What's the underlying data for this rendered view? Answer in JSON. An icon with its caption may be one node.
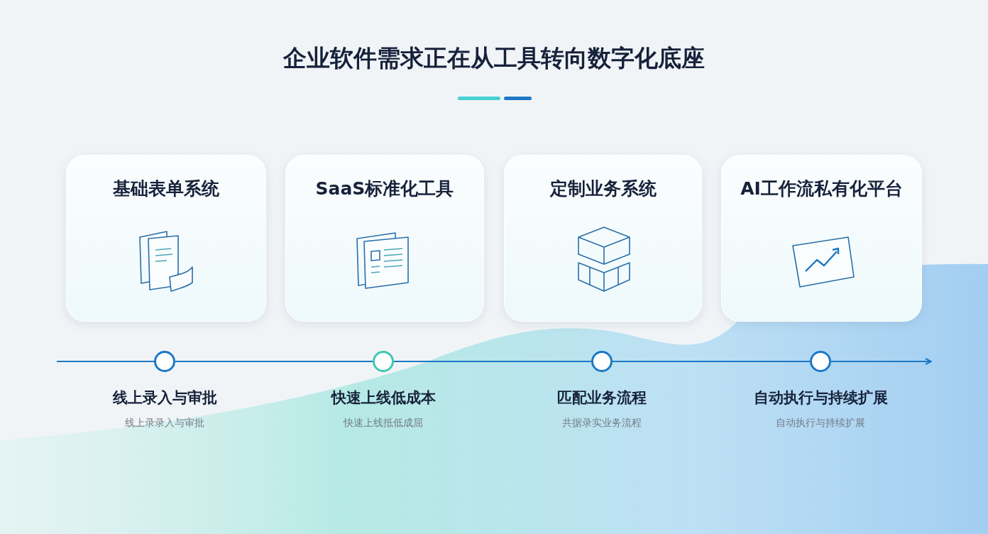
{
  "diagram": {
    "title": "企业软件需求正在从工具转向数字化底座",
    "nodes": [
      {
        "text": [
          "基础表单系统"
        ]
      },
      {
        "text": [
          "SaaS标准化工具"
        ]
      },
      {
        "text": [
          "定制业务系统"
        ]
      },
      {
        "text": [
          "AI工作流私有化平台"
        ]
      },
      {
        "text": [],
        "shape": "circle",
        "beside": [
          "线上录入与审批",
          "线上录录入与审批"
        ]
      },
      {
        "text": [],
        "shape": "circle",
        "beside": [
          "快速上线低成本",
          "快速上线抵低成屈"
        ]
      },
      {
        "text": [],
        "shape": "circle",
        "beside": [
          "匹配业务流程",
          "共据录实业务流程"
        ]
      },
      {
        "text": [],
        "shape": "circle",
        "beside": [
          "自动执行与持续扩展",
          "自动执行与持续扩展"
        ]
      }
    ],
    "edges": [
      {
        "from": null,
        "to": 4,
        "arrow": "none"
      },
      {
        "from": 4,
        "to": 5,
        "arrow": "none"
      },
      {
        "from": 5,
        "to": 6,
        "arrow": "none"
      },
      {
        "from": 6,
        "to": 7,
        "arrow": "none"
      },
      {
        "from": 7,
        "to": null,
        "arrow": "to"
      }
    ]
  }
}
